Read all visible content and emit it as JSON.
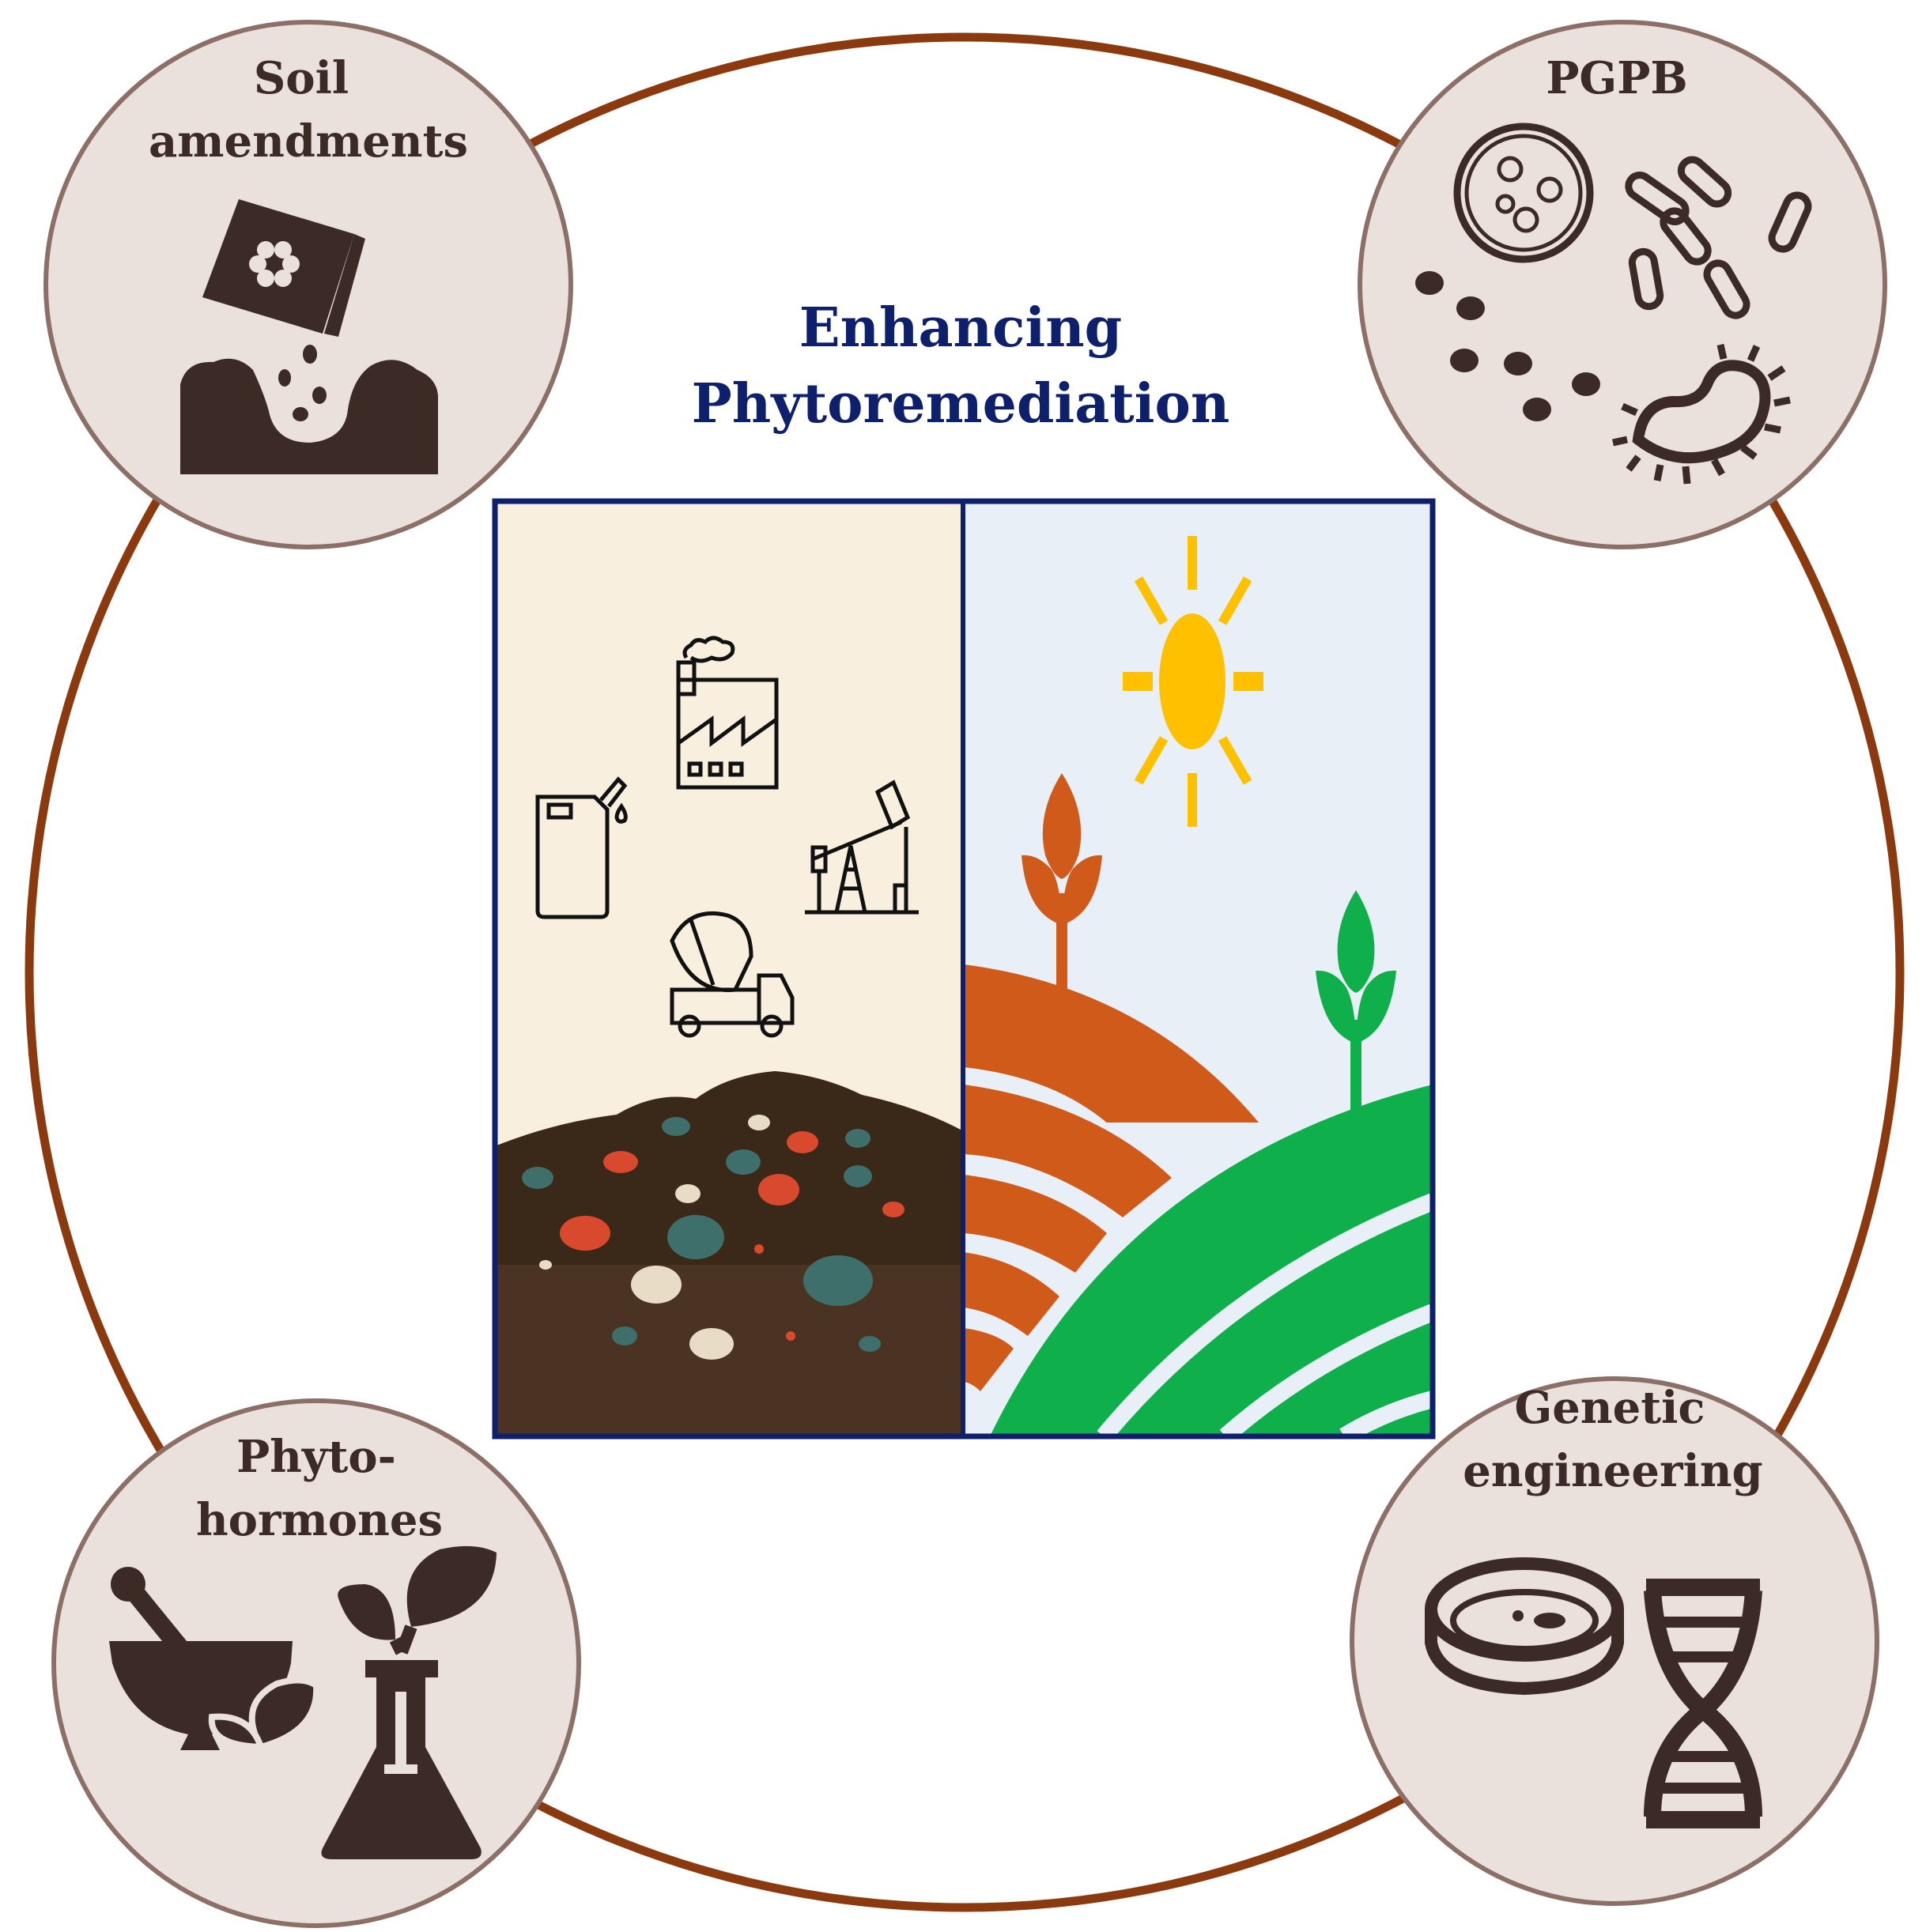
{
  "title": {
    "line1": "Enhancing",
    "line2": "Phytoremediation"
  },
  "nodes": {
    "soil_amendments": {
      "line1": "Soil",
      "line2": "amendments"
    },
    "pgpb": {
      "line1": "PGPB"
    },
    "phytohormones": {
      "line1": "Phyto-",
      "line2": "hormones"
    },
    "genetic_engineering": {
      "line1": "Genetic",
      "line2": "engineering"
    }
  },
  "colors": {
    "ring": "#8b3a10",
    "node_fill": "#eae0dc",
    "node_stroke": "#8c7068",
    "icon": "#3b2a25",
    "title": "#0e1f6b",
    "panel_border": "#0e1f6b",
    "polluted_bg": "#f8efdf",
    "clean_bg": "#e8eff6",
    "sun": "#ffc000",
    "orange_field": "#d05a1a",
    "green_field": "#0fb04b"
  },
  "icons": {
    "soil_amendments": "fertilizer-bag-pouring-icon",
    "pgpb": "bacteria-icon",
    "phytohormones": "mortar-pestle-and-flask-plant-icon",
    "genetic_engineering": "petri-dish-and-dna-icon",
    "polluted_panel": [
      "factory-icon",
      "jerrycan-icon",
      "oil-pump-icon",
      "cement-truck-icon",
      "contaminated-soil-icon"
    ],
    "clean_panel": [
      "sun-icon",
      "orange-sprout-icon",
      "green-sprout-icon",
      "field-rows-icon"
    ]
  }
}
